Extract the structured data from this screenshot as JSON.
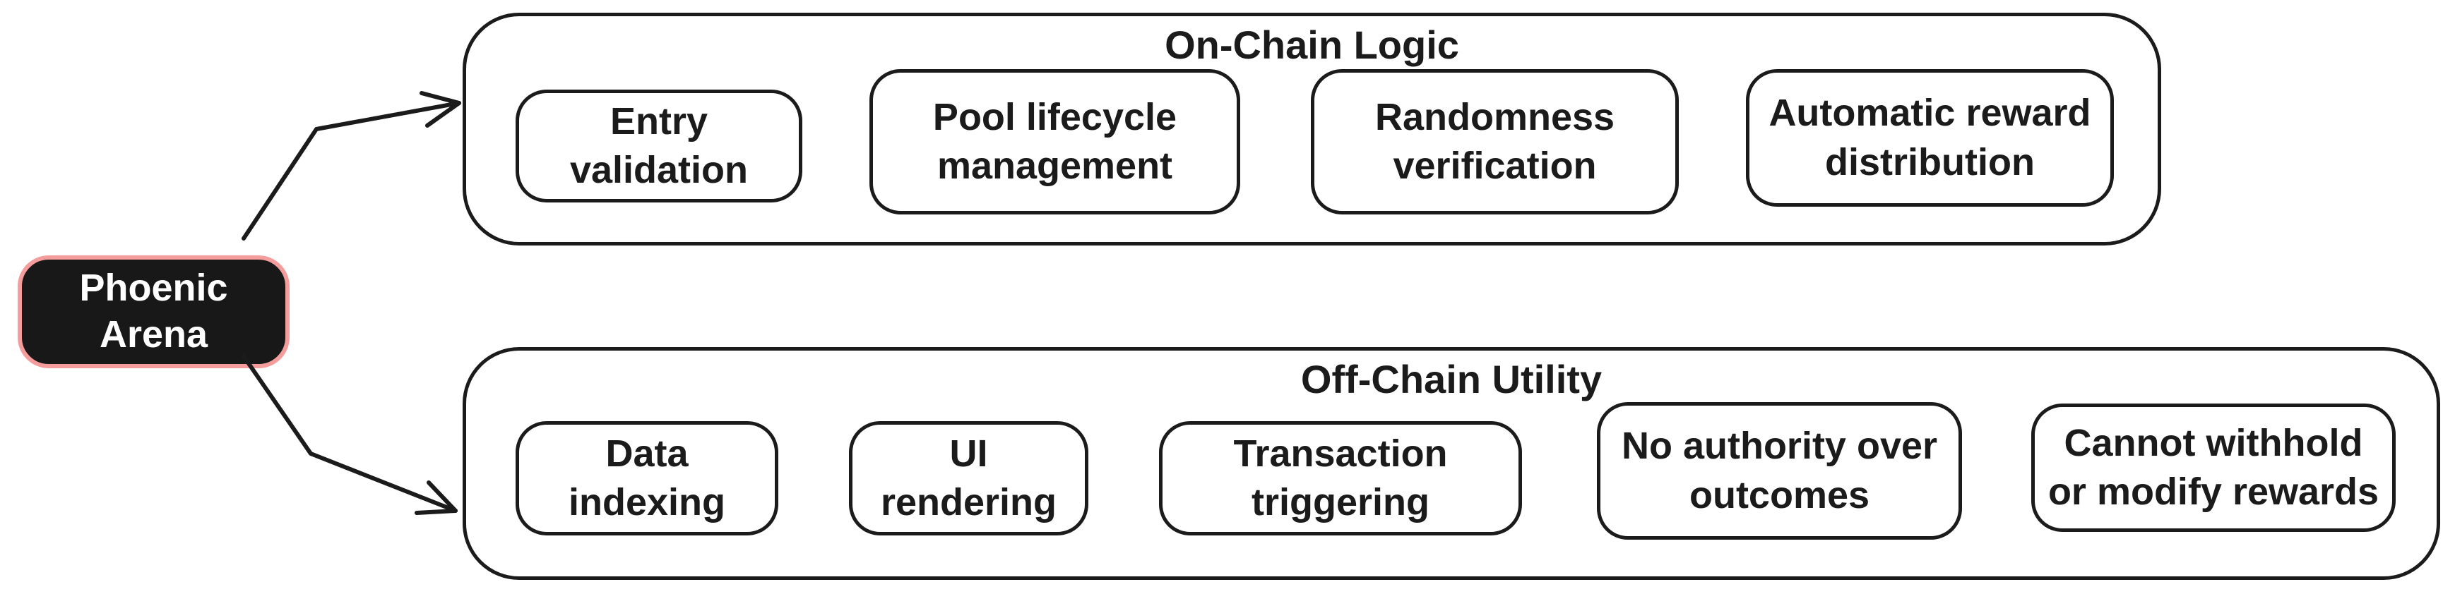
{
  "root_node": {
    "label": "Phoenic\nArena",
    "fill": "#181818",
    "border_color": "#f59c9c",
    "text_color": "#ffffff"
  },
  "groups": [
    {
      "title": "On-Chain Logic",
      "items": [
        {
          "label": "Entry\nvalidation"
        },
        {
          "label": "Pool lifecycle\nmanagement"
        },
        {
          "label": "Randomness\nverification"
        },
        {
          "label": "Automatic reward\ndistribution"
        }
      ]
    },
    {
      "title": "Off-Chain Utility",
      "items": [
        {
          "label": "Data\nindexing"
        },
        {
          "label": "UI\nrendering"
        },
        {
          "label": "Transaction\ntriggering"
        },
        {
          "label": "No authority over\noutcomes"
        },
        {
          "label": "Cannot withhold\nor modify rewards"
        }
      ]
    }
  ],
  "connectors": [
    {
      "from": "Phoenic Arena",
      "to": "On-Chain Logic"
    },
    {
      "from": "Phoenic Arena",
      "to": "Off-Chain Utility"
    }
  ],
  "colors": {
    "stroke": "#1b1b1b",
    "canvas_background": "#ffffff",
    "root_fill": "#181818",
    "root_border": "#f59c9c"
  }
}
